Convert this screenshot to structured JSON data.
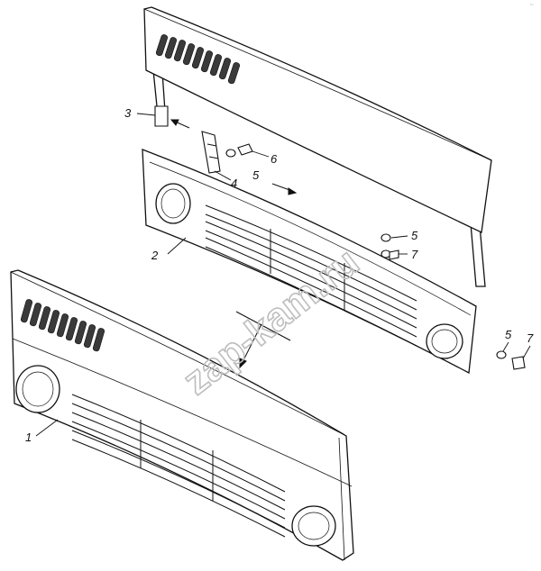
{
  "diagram": {
    "callouts": {
      "panel_front": "1",
      "grille_rear": "2",
      "bracket_left": "3",
      "clip": "4",
      "washer_a": "5",
      "washer_b": "5",
      "washer_c": "5",
      "screw_a": "6",
      "bolt_a": "7",
      "bolt_b": "7"
    },
    "watermark": "zap-kam.ru",
    "corner_mark": "ru"
  },
  "colors": {
    "line": "#111111",
    "fill": "#ffffff",
    "slot": "#3a3a3a",
    "watermark": "#bdbdbd"
  }
}
